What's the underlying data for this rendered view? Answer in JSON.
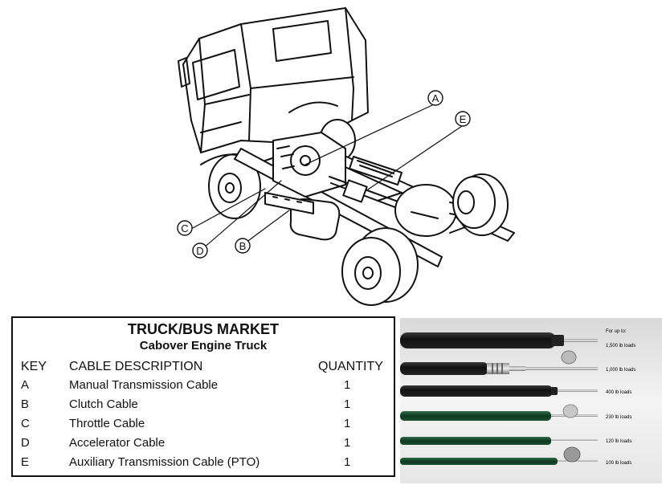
{
  "callouts": {
    "a": "A",
    "b": "B",
    "c": "C",
    "d": "D",
    "e": "E"
  },
  "table": {
    "title": "TRUCK/BUS MARKET",
    "subtitle": "Cabover Engine Truck",
    "headers": {
      "key": "KEY",
      "description": "CABLE DESCRIPTION",
      "quantity": "QUANTITY"
    },
    "rows": [
      {
        "key": "A",
        "description": "Manual Transmission Cable",
        "quantity": "1"
      },
      {
        "key": "B",
        "description": "Clutch Cable",
        "quantity": "1"
      },
      {
        "key": "C",
        "description": "Throttle Cable",
        "quantity": "1"
      },
      {
        "key": "D",
        "description": "Accelerator Cable",
        "quantity": "1"
      },
      {
        "key": "E",
        "description": "Auxiliary Transmission Cable (PTO)",
        "quantity": "1"
      }
    ]
  },
  "cable_photo": {
    "header": "For up to:",
    "loads": [
      "1,500 lb loads",
      "1,000 lb loads",
      "400 lb loads",
      "230 lb loads",
      "120 lb loads",
      "100 lb loads"
    ]
  }
}
